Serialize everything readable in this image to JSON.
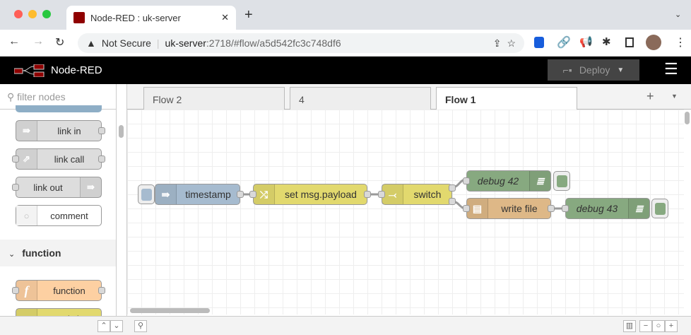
{
  "browser": {
    "tab_title": "Node-RED : uk-server",
    "security": "Not Secure",
    "url_host": "uk-server",
    "url_rest": ":2718/#flow/a5d542fc3c748df6"
  },
  "app": {
    "title": "Node-RED",
    "deploy_label": "Deploy"
  },
  "palette": {
    "filter_placeholder": "filter nodes",
    "nodes": [
      "link in",
      "link call",
      "link out",
      "comment"
    ],
    "category": "function",
    "function_nodes": [
      "function",
      "switch"
    ]
  },
  "flow_tabs": [
    {
      "label": "Flow 2"
    },
    {
      "label": "4"
    },
    {
      "label": "Flow 1",
      "active": true
    }
  ],
  "flow": {
    "nodes": [
      {
        "label": "timestamp",
        "type": "inject",
        "color": "#a6bbcf"
      },
      {
        "label": "set msg.payload",
        "type": "change",
        "color": "#e2d96e"
      },
      {
        "label": "switch",
        "type": "switch",
        "color": "#e2d96e"
      },
      {
        "label": "debug 42",
        "type": "debug",
        "color": "#87a980"
      },
      {
        "label": "write file",
        "type": "file",
        "color": "#deb887"
      },
      {
        "label": "debug 43",
        "type": "debug",
        "color": "#87a980"
      }
    ]
  }
}
